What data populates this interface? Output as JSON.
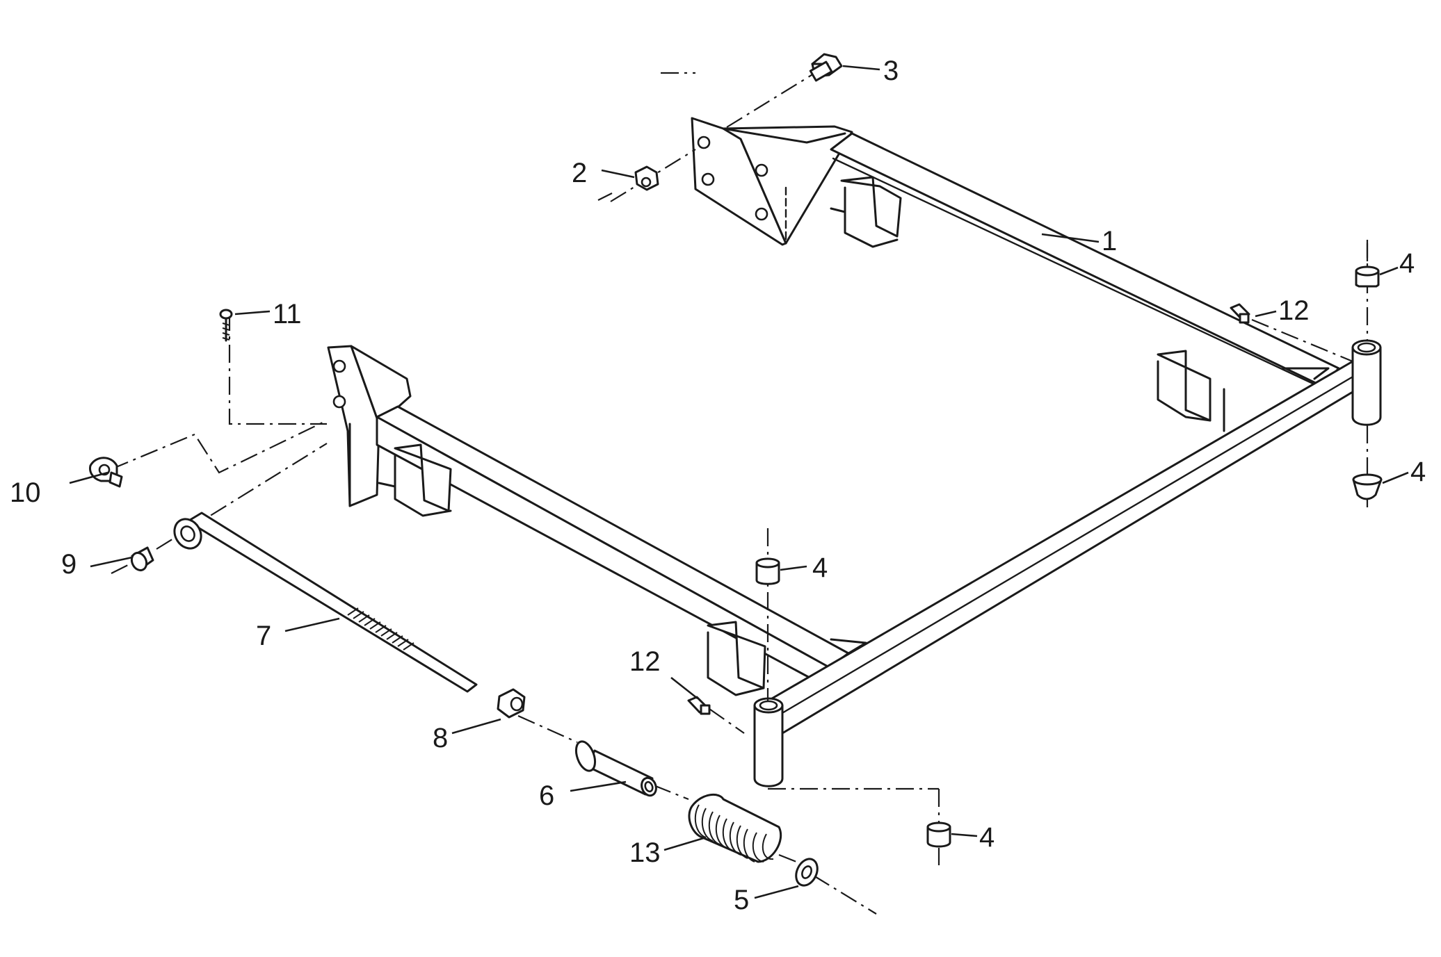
{
  "callouts": {
    "c1": "1",
    "c2": "2",
    "c3": "3",
    "c4a": "4",
    "c4b": "4",
    "c4c": "4",
    "c4d": "4",
    "c5": "5",
    "c6": "6",
    "c7": "7",
    "c8": "8",
    "c9": "9",
    "c10": "10",
    "c11": "11",
    "c12a": "12",
    "c12b": "12",
    "c13": "13"
  }
}
